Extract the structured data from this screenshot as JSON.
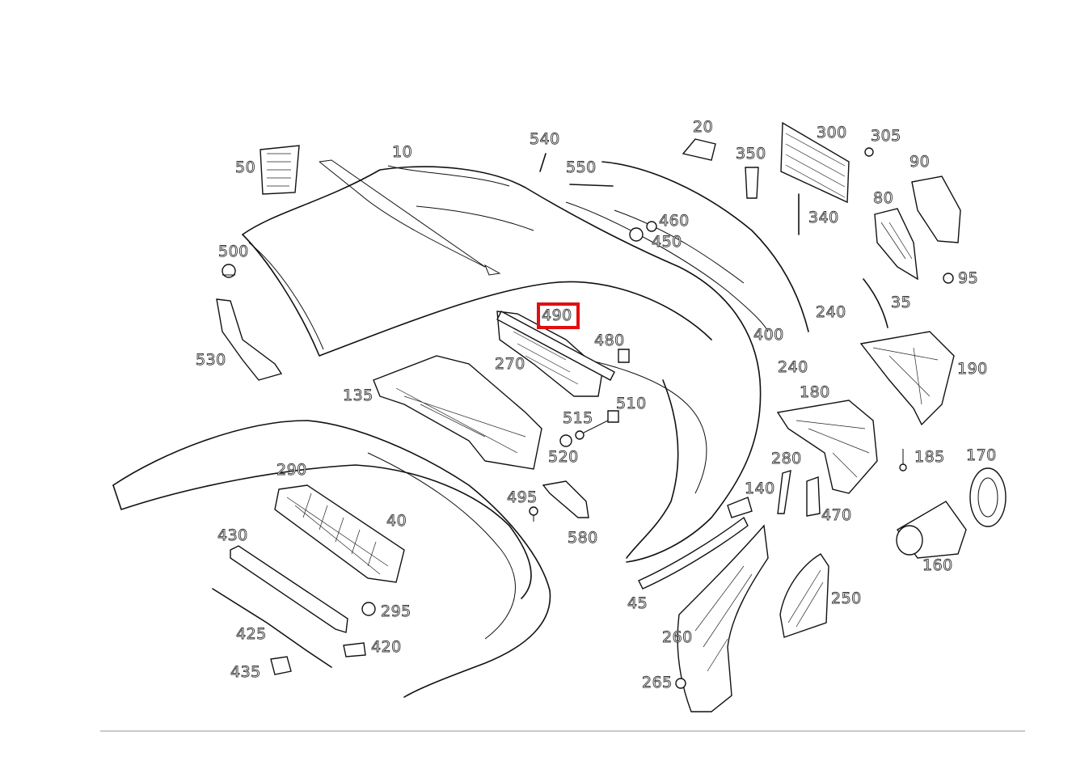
{
  "diagram": {
    "labels": [
      {
        "id": "10",
        "text": "10"
      },
      {
        "id": "20",
        "text": "20"
      },
      {
        "id": "35",
        "text": "35"
      },
      {
        "id": "40",
        "text": "40"
      },
      {
        "id": "45",
        "text": "45"
      },
      {
        "id": "50",
        "text": "50"
      },
      {
        "id": "80",
        "text": "80"
      },
      {
        "id": "90",
        "text": "90"
      },
      {
        "id": "95",
        "text": "95"
      },
      {
        "id": "135",
        "text": "135"
      },
      {
        "id": "140",
        "text": "140"
      },
      {
        "id": "160",
        "text": "160"
      },
      {
        "id": "170",
        "text": "170"
      },
      {
        "id": "180",
        "text": "180"
      },
      {
        "id": "185",
        "text": "185"
      },
      {
        "id": "190",
        "text": "190"
      },
      {
        "id": "240a",
        "text": "240"
      },
      {
        "id": "240b",
        "text": "240"
      },
      {
        "id": "250",
        "text": "250"
      },
      {
        "id": "260",
        "text": "260"
      },
      {
        "id": "265",
        "text": "265"
      },
      {
        "id": "270",
        "text": "270"
      },
      {
        "id": "280",
        "text": "280"
      },
      {
        "id": "290",
        "text": "290"
      },
      {
        "id": "295",
        "text": "295"
      },
      {
        "id": "300",
        "text": "300"
      },
      {
        "id": "305",
        "text": "305"
      },
      {
        "id": "340",
        "text": "340"
      },
      {
        "id": "350",
        "text": "350"
      },
      {
        "id": "400",
        "text": "400"
      },
      {
        "id": "420",
        "text": "420"
      },
      {
        "id": "425",
        "text": "425"
      },
      {
        "id": "430",
        "text": "430"
      },
      {
        "id": "435",
        "text": "435"
      },
      {
        "id": "450",
        "text": "450"
      },
      {
        "id": "460",
        "text": "460"
      },
      {
        "id": "470",
        "text": "470"
      },
      {
        "id": "480",
        "text": "480"
      },
      {
        "id": "490",
        "text": "490"
      },
      {
        "id": "495",
        "text": "495"
      },
      {
        "id": "500",
        "text": "500"
      },
      {
        "id": "510",
        "text": "510"
      },
      {
        "id": "515",
        "text": "515"
      },
      {
        "id": "520",
        "text": "520"
      },
      {
        "id": "530",
        "text": "530"
      },
      {
        "id": "540",
        "text": "540"
      },
      {
        "id": "550",
        "text": "550"
      },
      {
        "id": "580",
        "text": "580"
      }
    ],
    "selected_part": "490",
    "highlight_color": "#e01010"
  }
}
